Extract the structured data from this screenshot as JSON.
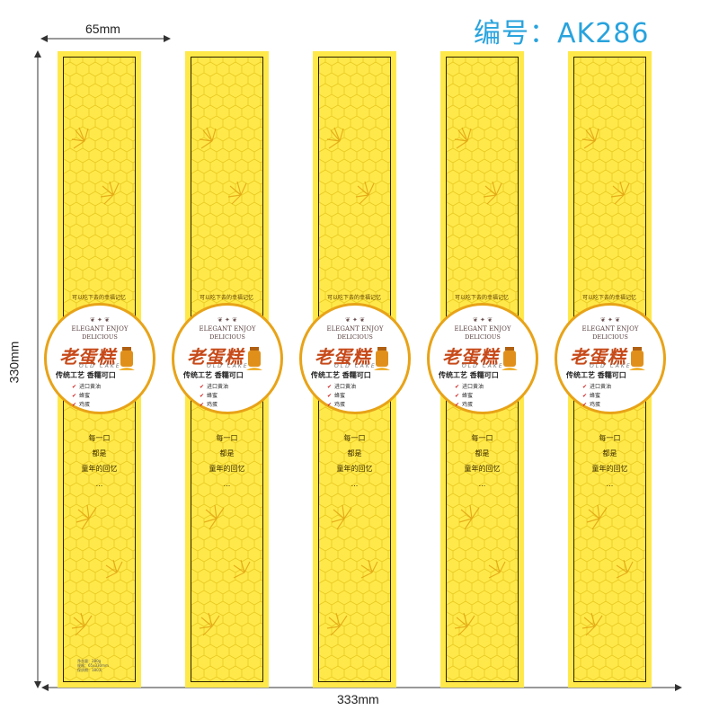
{
  "header": {
    "code_label": "编号：AK286"
  },
  "dimensions": {
    "width_label": "65mm",
    "height_label": "330mm",
    "total_width_label": "333mm"
  },
  "label": {
    "arc_text": "可以吃下去的幸福记忆",
    "brand_en_line1": "ELEGANT ENJOY",
    "brand_en_line2": "DELICIOUS",
    "product_name": "老蛋糕",
    "product_name_en": "OLD CAKE",
    "slogan": "传统工艺 香糯可口",
    "features": [
      "进口黄油",
      "蜂蜜",
      "鸡蛋"
    ],
    "bottom_lines": [
      "每一口",
      "都是",
      "童年的回忆",
      "..."
    ],
    "spec_lines": [
      "净含量：280g",
      "规格：65x330mm",
      "保质期：180天"
    ]
  },
  "colors": {
    "strip_yellow": "#ffe94a",
    "ring": "#e8a318",
    "title_red": "#c74a1a",
    "code_blue": "#29a3dd"
  },
  "strip_count": 5
}
